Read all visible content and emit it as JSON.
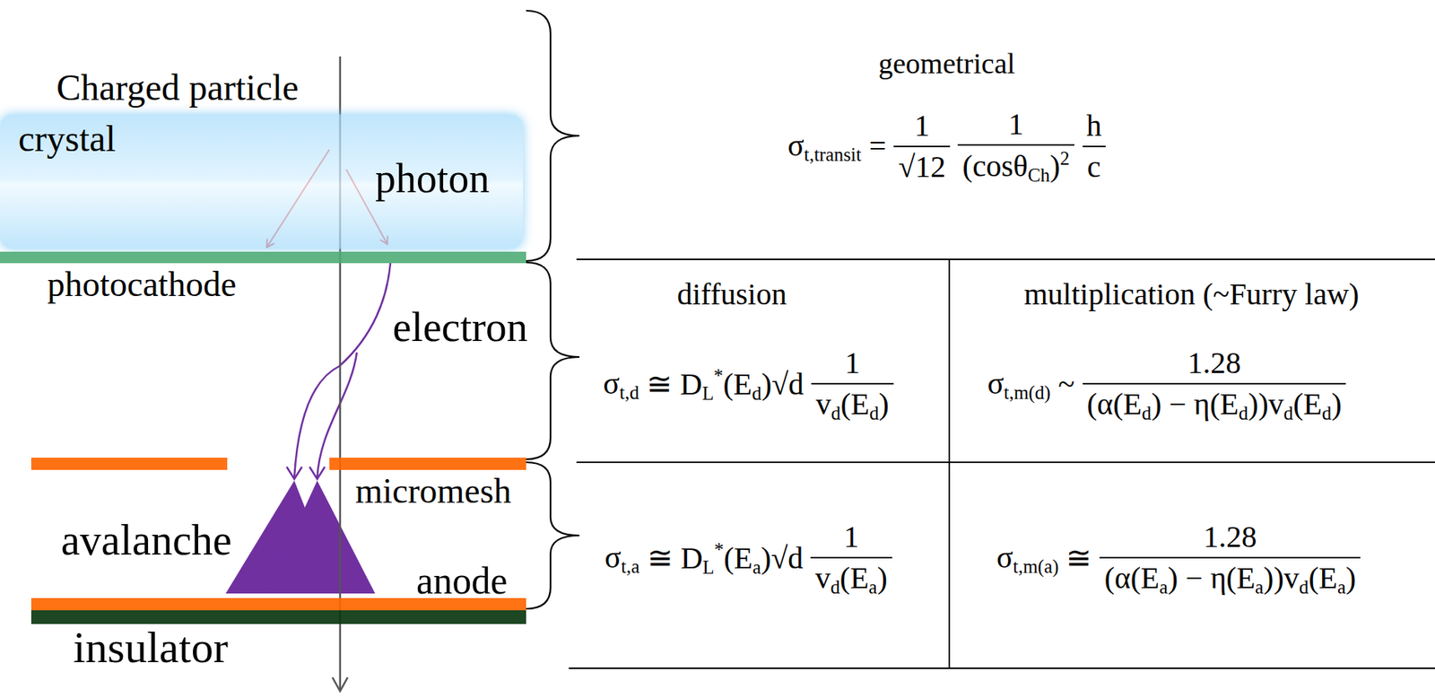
{
  "diagram": {
    "nodes": [
      {
        "text": [
          "crystal"
        ]
      },
      {
        "text": [
          "photocathode"
        ]
      },
      {
        "text": [
          "micromesh"
        ]
      },
      {
        "text": [
          "anode"
        ]
      },
      {
        "text": [
          "insulator"
        ]
      }
    ],
    "labels": [
      "Charged particle",
      "photon",
      "electron",
      "avalanche",
      "geometrical",
      "diffusion",
      "multiplication (~Furry law)",
      "σ",
      "t,transit",
      "=",
      "1",
      "√12",
      "1",
      "(cosθ",
      "Ch",
      ")",
      "2",
      "h",
      "c",
      "σ",
      "t,d",
      "≅",
      "D",
      "L",
      "*",
      "(E",
      "d",
      ")",
      "√d",
      "1",
      "v",
      "d",
      "(E",
      "d",
      ")",
      "σ",
      "t,m(d)",
      "~",
      "1.28",
      "(α(E",
      "d",
      ") − η(E",
      "d",
      "))v",
      "d",
      "(E",
      "d",
      ")",
      "σ",
      "t,a",
      "≅",
      "D",
      "L",
      "*",
      "(E",
      "a",
      ")",
      "√d",
      "1",
      "v",
      "d",
      "(E",
      "a",
      ")",
      "σ",
      "t,m(a)",
      "≅",
      "1.28",
      "(α(E",
      "a",
      ") − η(E",
      "a",
      "))v",
      "d",
      "(E",
      "a",
      ")"
    ]
  }
}
